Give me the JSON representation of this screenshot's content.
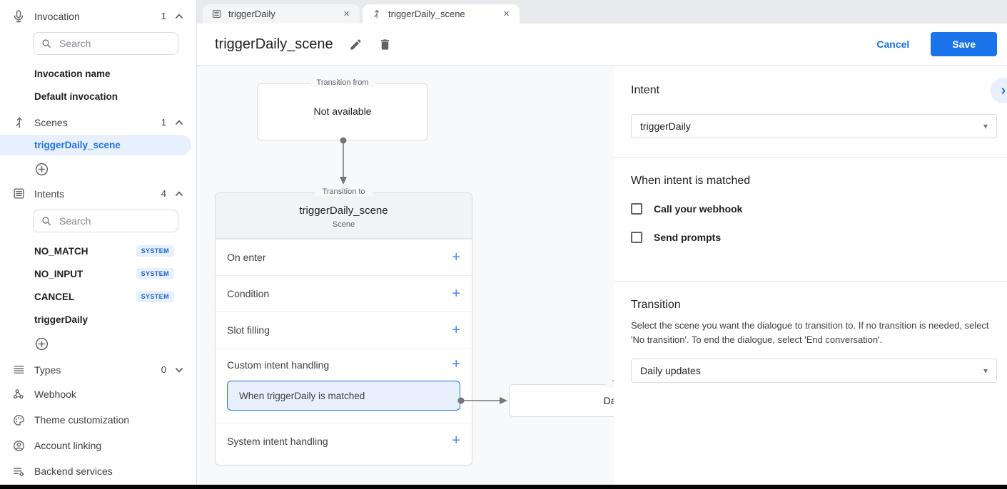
{
  "colors": {
    "accent": "#1a73e8",
    "selection_bg": "#e8f0fe",
    "badge_text": "#1967d2",
    "canvas_bg": "#f8f9fa",
    "tabbar_bg": "#e8eaed"
  },
  "sidebar": {
    "invocation": {
      "label": "Invocation",
      "count": "1",
      "search_placeholder": "Search",
      "items": [
        {
          "label": "Invocation name"
        },
        {
          "label": "Default invocation"
        }
      ]
    },
    "scenes": {
      "label": "Scenes",
      "count": "1",
      "items": [
        {
          "label": "triggerDaily_scene",
          "selected": true
        }
      ]
    },
    "intents": {
      "label": "Intents",
      "count": "4",
      "search_placeholder": "Search",
      "items": [
        {
          "label": "NO_MATCH",
          "badge": "SYSTEM"
        },
        {
          "label": "NO_INPUT",
          "badge": "SYSTEM"
        },
        {
          "label": "CANCEL",
          "badge": "SYSTEM"
        },
        {
          "label": "triggerDaily",
          "badge": ""
        }
      ]
    },
    "types": {
      "label": "Types",
      "count": "0"
    },
    "footer_items": [
      {
        "label": "Webhook"
      },
      {
        "label": "Theme customization"
      },
      {
        "label": "Account linking"
      },
      {
        "label": "Backend services"
      }
    ]
  },
  "tabs": [
    {
      "label": "triggerDaily",
      "active": false
    },
    {
      "label": "triggerDaily_scene",
      "active": true
    }
  ],
  "header": {
    "title": "triggerDaily_scene",
    "cancel_label": "Cancel",
    "save_label": "Save"
  },
  "canvas": {
    "transition_from": {
      "legend": "Transition from",
      "text": "Not available"
    },
    "scene_card": {
      "legend": "Transition to",
      "title": "triggerDaily_scene",
      "subtitle": "Scene",
      "rows": [
        {
          "label": "On enter"
        },
        {
          "label": "Condition"
        },
        {
          "label": "Slot filling"
        },
        {
          "label": "Custom intent handling",
          "chip": "When triggerDaily is matched"
        },
        {
          "label": "System intent handling"
        }
      ]
    },
    "target_box": {
      "legend": "Transition to",
      "text": "Daily updates"
    }
  },
  "panel": {
    "intent_heading": "Intent",
    "intent_value": "triggerDaily",
    "matched_heading": "When intent is matched",
    "checkboxes": [
      {
        "label": "Call your webhook",
        "checked": false
      },
      {
        "label": "Send prompts",
        "checked": false
      }
    ],
    "transition_heading": "Transition",
    "transition_description": "Select the scene you want the dialogue to transition to. If no transition is needed, select 'No transition'. To end the dialogue, select 'End conversation'.",
    "transition_value": "Daily updates"
  },
  "glyphs": {
    "close": "×",
    "plus": "+",
    "caret": "▾",
    "chevron_right": "›"
  }
}
